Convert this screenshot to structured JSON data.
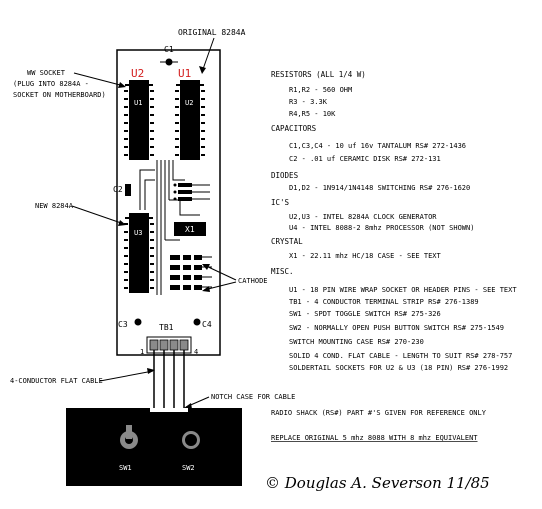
{
  "labels": {
    "original_8284a": "ORIGINAL 8284A",
    "c1": "C1",
    "u2_red": "U2",
    "u1_red": "U1",
    "ww_socket_1": "WW SOCKET",
    "ww_socket_2": "(PLUG INTO 8284A -",
    "ww_socket_3": "SOCKET ON MOTHERBOARD)",
    "chip_u1": "U1",
    "chip_u2": "U2",
    "chip_u3": "U3",
    "c2": "C2",
    "new_8284a": "NEW 8284A",
    "x1": "X1",
    "cathode": "CATHODE",
    "c3": "C3",
    "c4": "C4",
    "tb1": "TB1",
    "pin1": "1",
    "pin4": "4",
    "flat_cable": "4-CONDUCTOR FLAT CABLE",
    "notch_case": "NOTCH CASE FOR CABLE",
    "sw1": "SW1",
    "sw2": "SW2"
  },
  "parts": {
    "resistors_title": "RESISTORS (ALL 1/4 W)",
    "resistors": [
      "R1,R2 - 560 OHM",
      "R3 - 3.3K",
      "R4,R5 - 10K"
    ],
    "capacitors_title": "CAPACITORS",
    "capacitors": [
      "C1,C3,C4 - 10 uf 16v TANTALUM RS# 272-1436",
      "C2 - .01 uf CERAMIC DISK RS# 272-131"
    ],
    "diodes_title": "DIODES",
    "diodes": [
      "D1,D2 - 1N914/1N4148 SWITCHING RS# 276-1620"
    ],
    "ics_title": "IC'S",
    "ics": [
      "U2,U3 - INTEL 8284A CLOCK GENERATOR",
      "U4 - INTEL 8088-2 8mhz PROCESSOR (NOT SHOWN)"
    ],
    "crystal_title": "CRYSTAL",
    "crystal": [
      "X1 - 22.11 mhz HC/18 CASE - SEE TEXT"
    ],
    "misc_title": "MISC.",
    "misc": [
      "U1 - 18 PIN WIRE WRAP SOCKET OR HEADER PINS - SEE TEXT",
      "TB1 - 4 CONDUCTOR TERMINAL STRIP RS# 276-1389",
      "SW1 - SPDT TOGGLE SWITCH RS# 275-326",
      "SW2 - NORMALLY OPEN PUSH BUTTON SWITCH RS# 275-1549",
      "SWITCH MOUNTING CASE RS# 270-230",
      "SOLID 4 COND. FLAT CABLE - LENGTH TO SUIT RS# 278-757",
      "SOLDERTAIL SOCKETS FOR U2 & U3 (18 PIN) RS# 276-1992"
    ]
  },
  "notes": {
    "radio_shack": "RADIO SHACK (RS#) PART #'S GIVEN FOR REFERENCE ONLY",
    "replace": "REPLACE ORIGINAL 5 mhz 8088 WITH 8 mhz EQUIVALENT"
  },
  "signature": "© Douglas A. Severson 11/85",
  "colors": {
    "ink": "#000000",
    "highlight_red": "#d42020",
    "paper": "#ffffff",
    "switch_grey": "#8a8a8a"
  }
}
